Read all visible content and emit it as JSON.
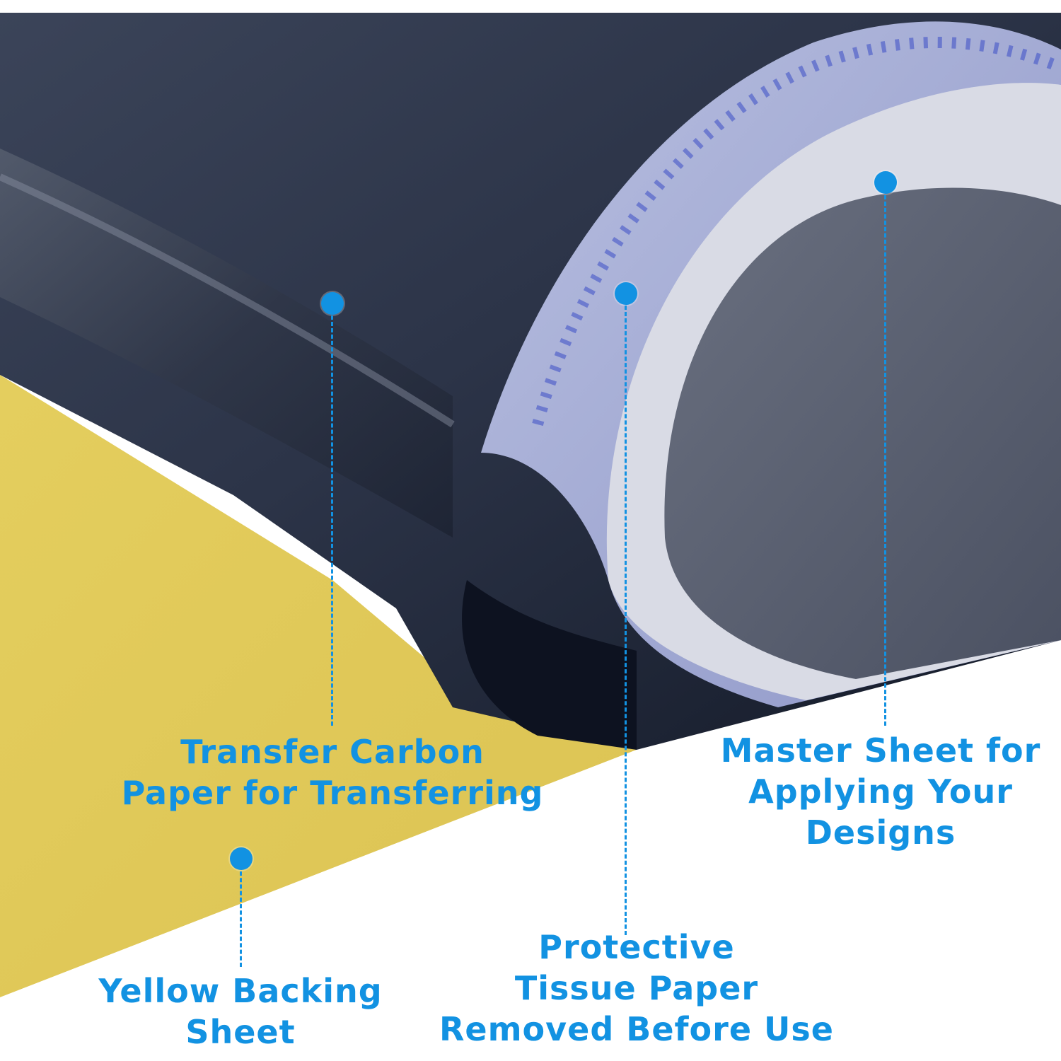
{
  "colors": {
    "accent": "#1292e2",
    "yellow": "#e6cf5a",
    "carbon": "#2a3347",
    "tissue": "#d6d9e6",
    "background": "#ffffff"
  },
  "labels": {
    "transfer_carbon": {
      "line1": "Transfer Carbon",
      "line2": "Paper for Transferring"
    },
    "master_sheet": {
      "line1": "Master Sheet for",
      "line2": "Applying Your",
      "line3": "Designs"
    },
    "yellow_backing": {
      "line1": "Yellow Backing",
      "line2": "Sheet"
    },
    "protective_tissue": {
      "line1": "Protective",
      "line2": "Tissue Paper",
      "line3": "Removed Before Use"
    }
  }
}
